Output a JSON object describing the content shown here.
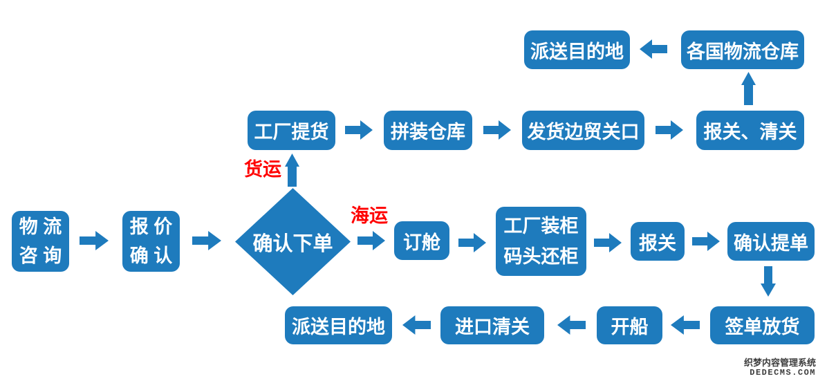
{
  "diagram": {
    "diamond": {
      "label": "确认下单"
    },
    "branch_labels": {
      "freight": "货运",
      "sea": "海运"
    },
    "nodes": {
      "logistics_consult": {
        "line1": "物 流",
        "line2": "咨 询"
      },
      "quote_confirm": {
        "line1": "报 价",
        "line2": "确 认"
      },
      "factory_pickup": "工厂提货",
      "assembly_warehouse": "拼装仓库",
      "shipping_border_gateway": "发货边贸关口",
      "declare_clear_customs": "报关、清关",
      "country_logistics_warehouse": "各国物流仓库",
      "deliver_destination_top": "派送目的地",
      "booking_space": "订舱",
      "factory_loading": {
        "line1": "工厂装柜",
        "line2": "码头还柜"
      },
      "customs_declare": "报关",
      "confirm_bill_of_lading": "确认提单",
      "sign_release_goods": "签单放货",
      "ship_departure": "开船",
      "import_clearance": "进口清关",
      "deliver_destination_bottom": "派送目的地"
    },
    "colors": {
      "node_blue": "#1e7bbd",
      "arrow_blue": "#1e7bbd",
      "label_red": "#ff0000",
      "node_text": "#ffffff",
      "background": "#ffffff"
    }
  },
  "watermark": {
    "line1": "织梦内容管理系统",
    "line2": "DEDECMS.COM"
  }
}
